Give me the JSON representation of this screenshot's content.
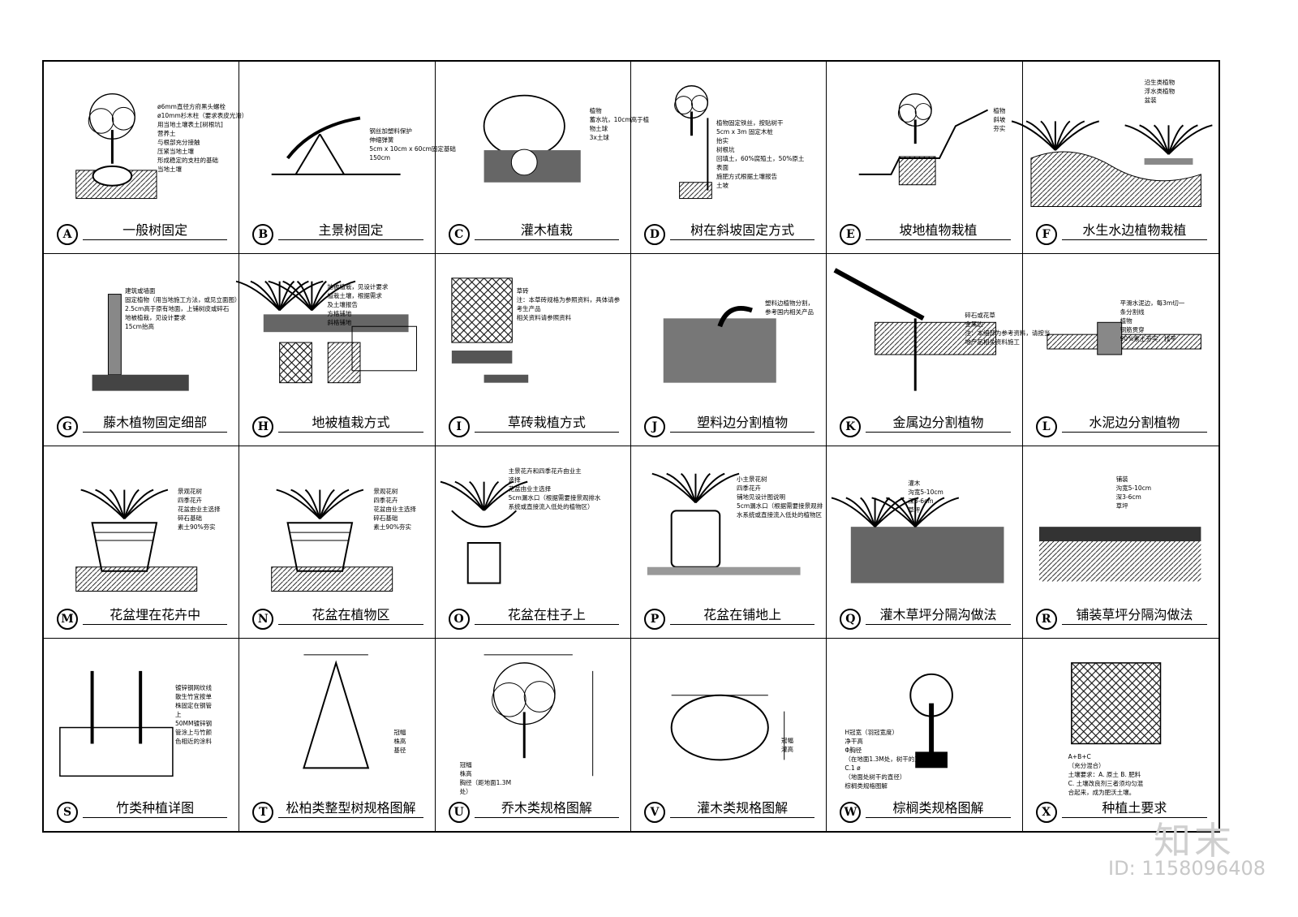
{
  "panels": [
    {
      "letter": "A",
      "title": "一般树固定",
      "notes": [
        "ø6mm直径方府黑头螺栓",
        "ø10mm杉木柱（要求表皮光滑）",
        "用当地土壤表土[树根坑]",
        "营养土",
        "与根部充分接触",
        "压紧当地土壤",
        "形成稳定的支柱的基础",
        "当地土壤"
      ]
    },
    {
      "letter": "B",
      "title": "主景树固定",
      "notes": [
        "钢丝加塑料保护",
        "伸缩弹簧",
        "5cm x 10cm x 60cm固定基础",
        "150cm"
      ]
    },
    {
      "letter": "C",
      "title": "灌木植栽",
      "notes": [
        "植物",
        "蓄水坑，10cm高于植",
        "物土球",
        "3x土球"
      ]
    },
    {
      "letter": "D",
      "title": "树在斜坡固定方式",
      "notes": [
        "植物固定铁丝，按贴树干",
        "5cm x 3m 固定木桩",
        "抬实",
        "树根坑",
        "回填土，60%腐殖土，50%原土",
        "表面",
        "施肥方式根据土壤报告",
        "土坡"
      ]
    },
    {
      "letter": "E",
      "title": "坡地植物栽植",
      "notes": [
        "植物",
        "斜坡",
        "夯实"
      ]
    },
    {
      "letter": "F",
      "title": "水生水边植物栽植",
      "notes": [
        "沿生类植物",
        "浮水类植物",
        "盆装"
      ]
    },
    {
      "letter": "G",
      "title": "藤木植物固定细部",
      "notes": [
        "建筑或墙面",
        "固定植物（用当地施工方法，或见立面图）",
        "2.5cm高于原有地面，上铺树皮或碎石",
        "地被植栽，见设计要求",
        "15cm抬高"
      ]
    },
    {
      "letter": "H",
      "title": "地被植栽方式",
      "notes": [
        "地被植栽，见设计要求",
        "植栽土壤，根据需求",
        "及土壤报告",
        "方格铺地",
        "斜格铺地"
      ]
    },
    {
      "letter": "I",
      "title": "草砖栽植方式",
      "notes": [
        "草砖",
        "注：本草砖规格为参照资料，具体请参",
        "考生产品",
        "相关资料请参照资料"
      ]
    },
    {
      "letter": "J",
      "title": "塑料边分割植物",
      "notes": [
        "塑料边植物分割，",
        "参考国内相关产品"
      ]
    },
    {
      "letter": "K",
      "title": "金属边分割植物",
      "notes": [
        "碎石或花草",
        "金属边",
        "注：本细部为参考资料，请按当",
        "地产品相关资料施工"
      ]
    },
    {
      "letter": "L",
      "title": "水泥边分割植物",
      "notes": [
        "平滑水泥边，每3m切一",
        "条分割线",
        "植物",
        "钢筋贯穿",
        "90%素土夯实，找平"
      ]
    },
    {
      "letter": "M",
      "title": "花盆埋在花卉中",
      "notes": [
        "景观花树",
        "四季花卉",
        "花盆由业主选择",
        "碎石基础",
        "素土90%夯实"
      ]
    },
    {
      "letter": "N",
      "title": "花盆在植物区",
      "notes": [
        "景观花树",
        "四季花卉",
        "花盆由业主选择",
        "碎石基础",
        "素土90%夯实"
      ]
    },
    {
      "letter": "O",
      "title": "花盆在柱子上",
      "notes": [
        "主景花卉和四季花卉由业主",
        "选择",
        "花盆由业主选择",
        "5cm漏水口（根据需要接景观排水",
        "系统或直接流入低处的植物区）"
      ]
    },
    {
      "letter": "P",
      "title": "花盆在铺地上",
      "notes": [
        "小主景花树",
        "四季花卉",
        "铺地见设计图说明",
        "5cm漏水口（根据需要接景观排",
        "水系统或直接流入低处的植物区"
      ]
    },
    {
      "letter": "Q",
      "title": "灌木草坪分隔沟做法",
      "notes": [
        "灌木",
        "沟宽5-10cm",
        "深3-6cm",
        "草坪"
      ]
    },
    {
      "letter": "R",
      "title": "铺装草坪分隔沟做法",
      "notes": [
        "铺装",
        "沟宽5-10cm",
        "深3-6cm",
        "草坪"
      ]
    },
    {
      "letter": "S",
      "title": "竹类种植详图",
      "notes": [
        "镀锌钢网纹线",
        "散生竹宜按单",
        "株固定在钢管",
        "上",
        "50MM镀锌钢",
        "管涂上与竹颜",
        "色相近的涂料"
      ]
    },
    {
      "letter": "T",
      "title": "松柏类整型树规格图解",
      "notes": [
        "冠幅",
        "株高",
        "基径"
      ]
    },
    {
      "letter": "U",
      "title": "乔木类规格图解",
      "notes": [
        "冠幅",
        "株高",
        "胸径（距地面1.3M",
        "处）"
      ]
    },
    {
      "letter": "V",
      "title": "灌木类规格图解",
      "notes": [
        "冠幅",
        "灌高"
      ]
    },
    {
      "letter": "W",
      "title": "棕榈类规格图解",
      "notes": [
        "H冠宽（羽冠宽度）",
        "净干高",
        "Φ胸径",
        "（在地面1.3M处，树干的直径）",
        "C.1 ø",
        "（地面处树干的直径）",
        "棕榈类规格图解"
      ]
    },
    {
      "letter": "X",
      "title": "种植土要求",
      "notes": [
        "A+B+C",
        "（充分混合）",
        "土壤要求：A. 原土  B. 肥料",
        "C. 土壤改良剂三者须均匀混",
        "合起来，成为肥沃土壤。"
      ]
    }
  ],
  "watermark": {
    "brand": "知末",
    "id": "ID: 1158096408"
  }
}
